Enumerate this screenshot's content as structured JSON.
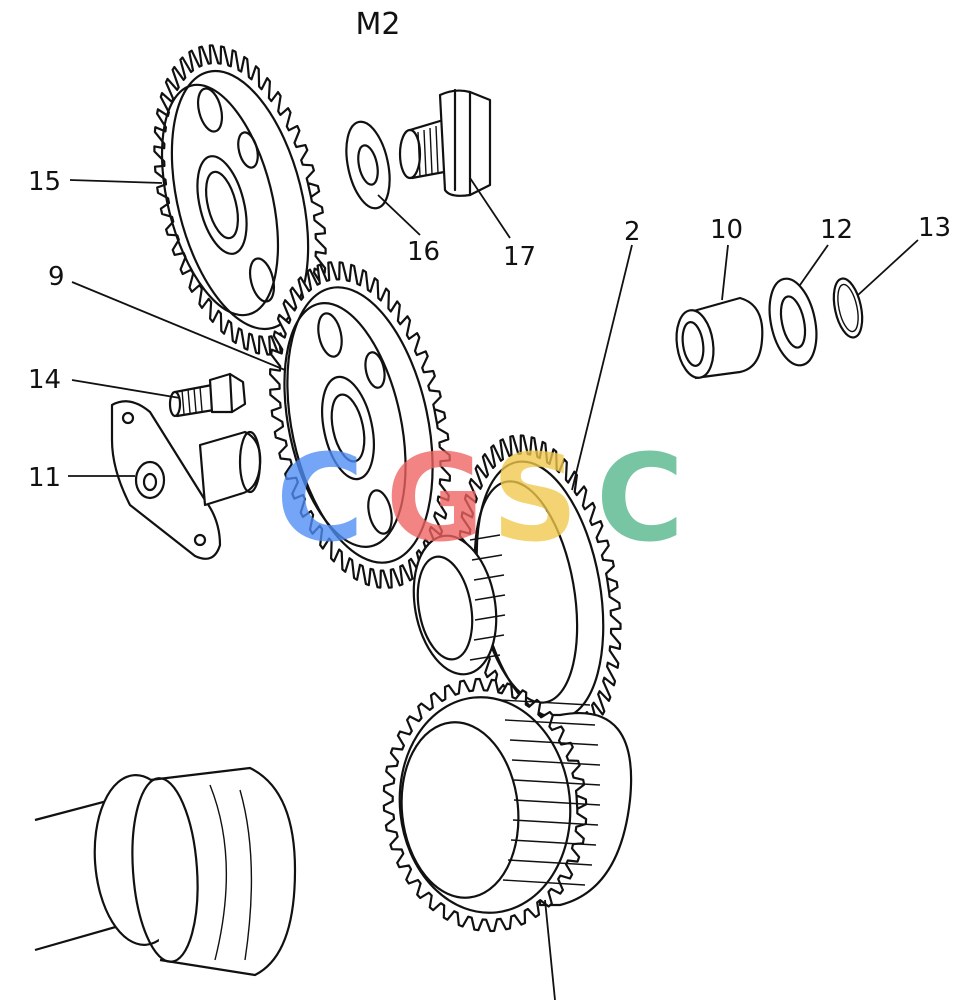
{
  "title": "M2",
  "callouts": [
    {
      "id": "15",
      "text": "15"
    },
    {
      "id": "9",
      "text": "9"
    },
    {
      "id": "14",
      "text": "14"
    },
    {
      "id": "11",
      "text": "11"
    },
    {
      "id": "16",
      "text": "16"
    },
    {
      "id": "17",
      "text": "17"
    },
    {
      "id": "2",
      "text": "2"
    },
    {
      "id": "10",
      "text": "10"
    },
    {
      "id": "12",
      "text": "12"
    },
    {
      "id": "13",
      "text": "13"
    }
  ],
  "watermark": {
    "text": "CGSC",
    "letters": [
      "C",
      "G",
      "S",
      "C"
    ],
    "colors": [
      "#4f8df5",
      "#ef6461",
      "#f2c84b",
      "#52b58a"
    ]
  }
}
